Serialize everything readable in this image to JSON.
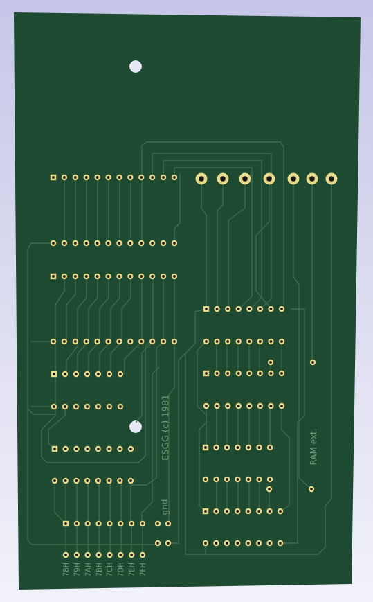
{
  "diagram": {
    "labels": [
      "ESGG (c) 1981",
      "gnd",
      "RAM ext.",
      "78H",
      "79H",
      "7AH",
      "7BH",
      "7CH",
      "7DH",
      "7EH",
      "7FH"
    ]
  }
}
